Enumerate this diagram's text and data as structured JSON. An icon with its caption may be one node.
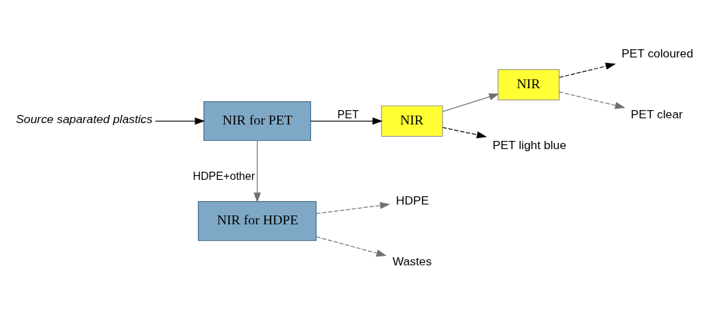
{
  "diagram": {
    "nodes": [
      {
        "text": [
          "Source saparated plastics"
        ]
      },
      {
        "text": [
          "NIR for PET"
        ]
      },
      {
        "text": [
          "NIR"
        ]
      },
      {
        "text": [
          "NIR"
        ]
      },
      {
        "text": [
          "PET light blue"
        ]
      },
      {
        "text": [
          "PET coloured"
        ]
      },
      {
        "text": [
          "PET clear"
        ]
      },
      {
        "text": [
          "NIR for HDPE"
        ]
      },
      {
        "text": [
          "HDPE"
        ]
      },
      {
        "text": [
          "Wastes"
        ]
      }
    ],
    "edges": [
      {
        "from": 0,
        "to": 1,
        "arrow": "to",
        "color": "#000000"
      },
      {
        "from": 1,
        "to": 2,
        "arrow": "to",
        "label": "PET",
        "color": "#000000"
      },
      {
        "from": 2,
        "to": 4,
        "arrow": "to",
        "style": "dashed",
        "color": "#000000"
      },
      {
        "from": 2,
        "to": 3,
        "arrow": "to"
      },
      {
        "from": 3,
        "to": 5,
        "arrow": "to",
        "style": "dashed",
        "color": "#000000"
      },
      {
        "from": 3,
        "to": 6,
        "arrow": "to",
        "style": "dashed"
      },
      {
        "from": 1,
        "to": 7,
        "arrow": "to",
        "label": "HDPE+other"
      },
      {
        "from": 7,
        "to": 8,
        "arrow": "to",
        "style": "dashed"
      },
      {
        "from": 7,
        "to": 9,
        "arrow": "to",
        "style": "dashed"
      }
    ]
  }
}
